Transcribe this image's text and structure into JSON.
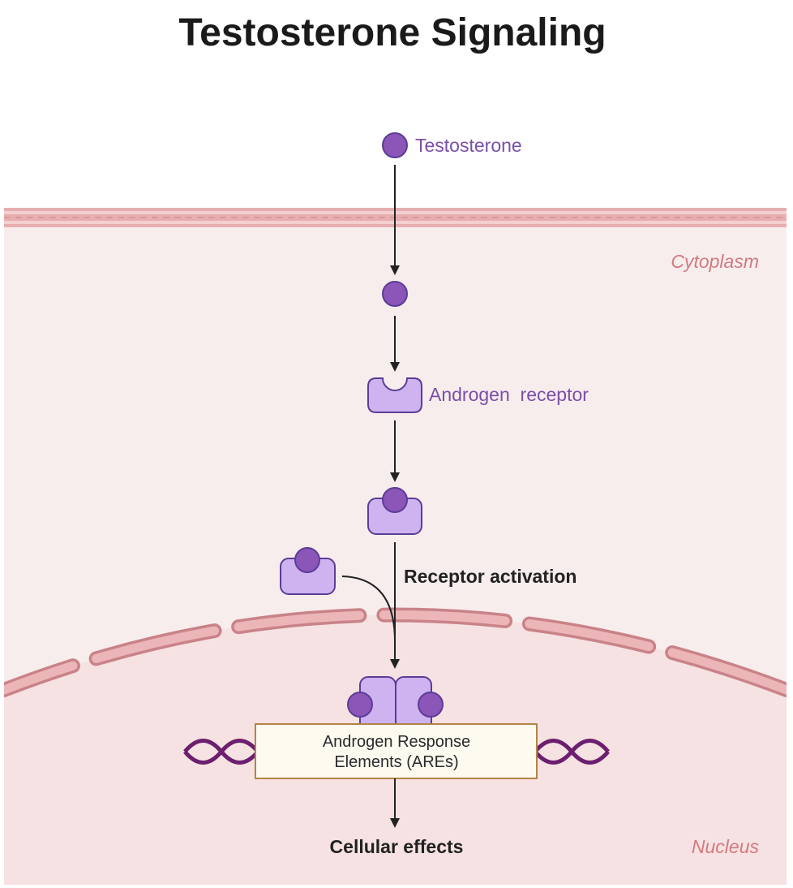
{
  "title": "Testosterone Signaling",
  "labels": {
    "hormone": "Testosterone",
    "receptor": "Androgen  receptor",
    "activation": "Receptor activation",
    "cytoplasm": "Cytoplasm",
    "nucleus": "Nucleus",
    "are_line1": "Androgen Response",
    "are_line2": "Elements (AREs)",
    "effects": "Cellular effects"
  },
  "colors": {
    "ligand": "#8c55b8",
    "receptor": "#cfb3f0",
    "receptor_outline": "#5b3d96",
    "membrane": "#e0a3a6",
    "cytoplasm_bg": "#f8eded",
    "nucleus_bg": "#f6e2e2",
    "dna": "#6b1f6e",
    "are_box_fill": "#fdfaf0",
    "are_box_border": "#b28445",
    "region_text": "#d27a80"
  }
}
